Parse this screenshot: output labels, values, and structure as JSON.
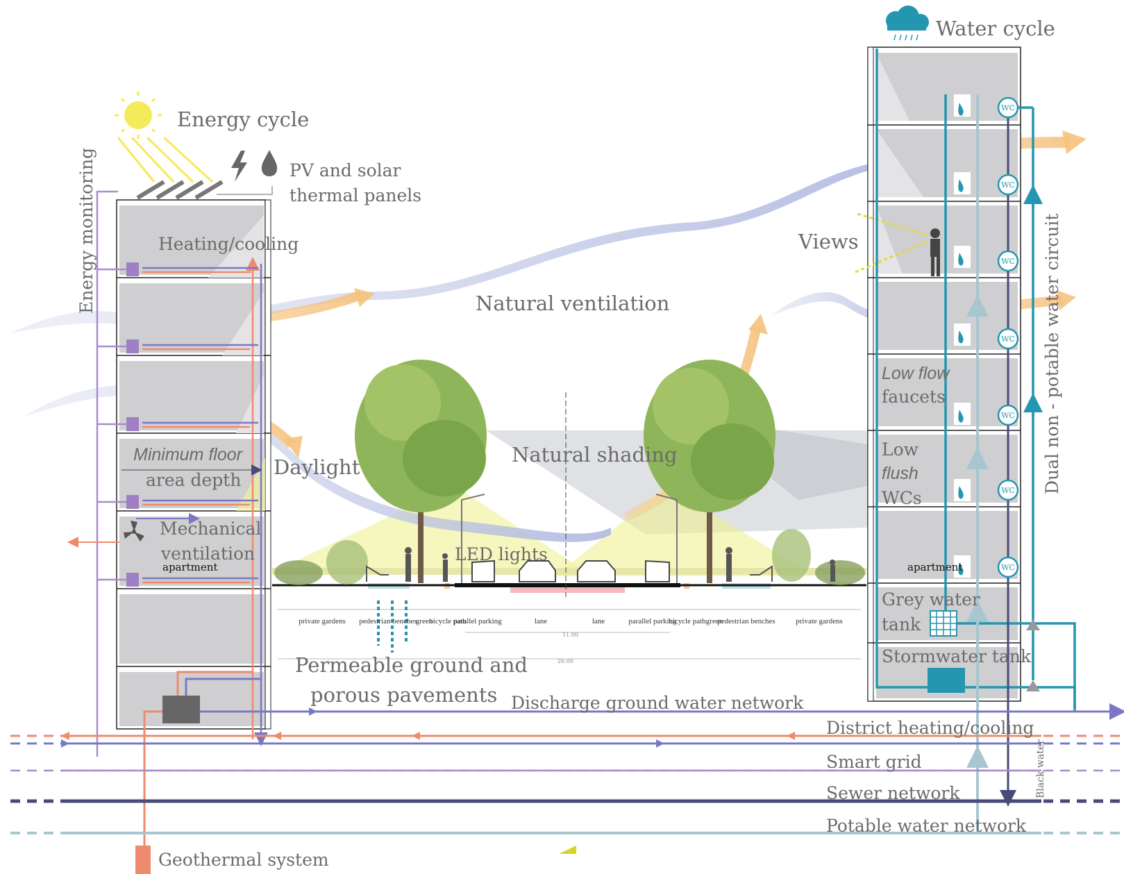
{
  "titles": {
    "energy_cycle": "Energy cycle",
    "water_cycle": "Water cycle"
  },
  "left_building": {
    "pv_panels_line1": "PV and solar",
    "pv_panels_line2": "thermal panels",
    "energy_monitoring": "Energy monitoring",
    "heating_cooling": "Heating/cooling",
    "min_floor_line1": "Minimum floor",
    "min_floor_line2": "area depth",
    "mech_vent_line1": "Mechanical",
    "mech_vent_line2": "ventilation",
    "apartment": "apartment",
    "daylight": "Daylight"
  },
  "right_building": {
    "views": "Views",
    "low_flow_line1": "Low flow",
    "low_flow_line2": "faucets",
    "low_flush_line1": "Low",
    "low_flush_line2": "flush",
    "low_flush_line3": "WCs",
    "apartment": "apartment",
    "grey_tank_line1": "Grey water",
    "grey_tank_line2": "tank",
    "stormwater_tank": "Stormwater tank",
    "dual_circuit": "Dual non - potable water circuit",
    "wc_label": "WC",
    "black_water": "Black water"
  },
  "street": {
    "natural_ventilation": "Natural ventilation",
    "natural_shading": "Natural shading",
    "led_lights": "LED lights",
    "permeable_line1": "Permeable ground and",
    "permeable_line2": "porous pavements",
    "section_labels": [
      "private gardens",
      "pedestrian benches",
      "green",
      "bicycle path",
      "parallel parking",
      "lane",
      "lane",
      "parallel parking",
      "bicycle path",
      "green",
      "pedestrian benches",
      "private gardens"
    ],
    "dimension_total": "26.00",
    "dimension_road": "11.00"
  },
  "networks": {
    "discharge": "Discharge ground water network",
    "district_heating": "District heating/cooling",
    "smart_grid": "Smart grid",
    "sewer": "Sewer network",
    "potable": "Potable water network",
    "geothermal": "Geothermal system"
  },
  "colors": {
    "heating": "#ee8a6e",
    "cooling": "#7a78c4",
    "smart_grid": "#a88ccc",
    "sewer": "#4a4a7a",
    "potable": "#a7c6cf",
    "water": "#2596b0",
    "floor": "#cfcfd1",
    "sun": "#f5ea5a"
  }
}
